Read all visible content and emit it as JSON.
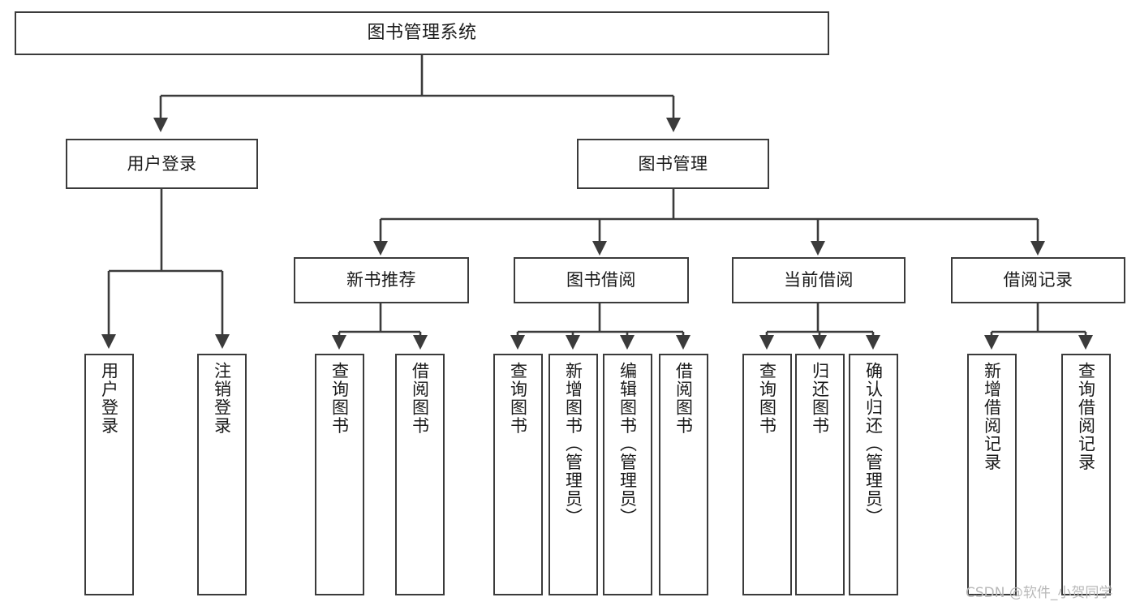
{
  "diagram": {
    "title": "图书管理系统",
    "type": "hierarchy-tree",
    "orientation": "top-down",
    "colors": {
      "stroke": "#3b3b3b",
      "node_fill": "#ffffff",
      "text": "#1a1a1a",
      "background": "#ffffff",
      "watermark": "#b9b9b9"
    }
  },
  "nodes": {
    "root": {
      "label": "图书管理系统",
      "level": 1
    },
    "level2": [
      {
        "id": "user-login",
        "label": "用户登录"
      },
      {
        "id": "book-manage",
        "label": "图书管理"
      }
    ],
    "level3": [
      {
        "id": "new-book-recommend",
        "label": "新书推荐",
        "parent": "book-manage"
      },
      {
        "id": "book-borrow",
        "label": "图书借阅",
        "parent": "book-manage"
      },
      {
        "id": "current-borrow",
        "label": "当前借阅",
        "parent": "book-manage"
      },
      {
        "id": "borrow-record",
        "label": "借阅记录",
        "parent": "book-manage"
      }
    ],
    "leaves": {
      "user-login": [
        {
          "id": "leaf-user-login",
          "label": "用户登录"
        },
        {
          "id": "leaf-user-logout",
          "label": "注销登录"
        }
      ],
      "new-book-recommend": [
        {
          "id": "leaf-query-book-1",
          "label": "查询图书"
        },
        {
          "id": "leaf-borrow-book-1",
          "label": "借阅图书"
        }
      ],
      "book-borrow": [
        {
          "id": "leaf-query-book-2",
          "label": "查询图书"
        },
        {
          "id": "leaf-add-book",
          "label": "新增图书（管理员）"
        },
        {
          "id": "leaf-edit-book",
          "label": "编辑图书（管理员）"
        },
        {
          "id": "leaf-borrow-book-2",
          "label": "借阅图书"
        }
      ],
      "current-borrow": [
        {
          "id": "leaf-query-book-3",
          "label": "查询图书"
        },
        {
          "id": "leaf-return-book",
          "label": "归还图书"
        },
        {
          "id": "leaf-confirm-return",
          "label": "确认归还（管理员）"
        }
      ],
      "borrow-record": [
        {
          "id": "leaf-add-record",
          "label": "新增借阅记录"
        },
        {
          "id": "leaf-query-record",
          "label": "查询借阅记录"
        }
      ]
    }
  },
  "watermark": {
    "text": "CSDN @软件_小贺同学"
  }
}
